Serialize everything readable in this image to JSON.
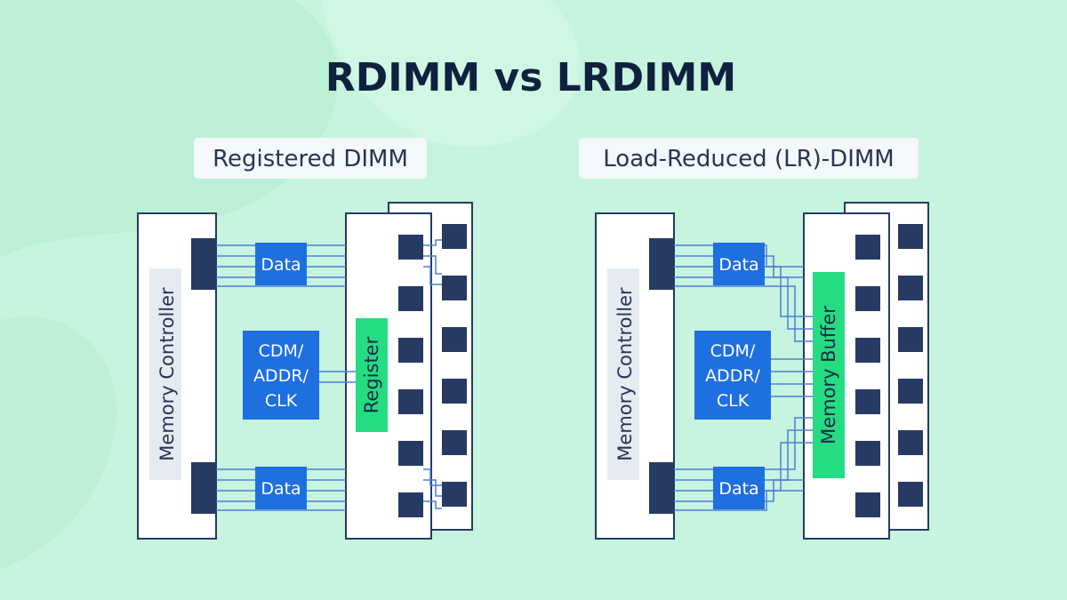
{
  "title": "RDIMM vs LRDIMM",
  "colors": {
    "background": "#c6f4de",
    "navy": "#263a63",
    "blue": "#1e6fe0",
    "green": "#25dc82",
    "line": "#4d7ed6",
    "panel": "#f4f8fb"
  },
  "rdimm": {
    "label": "Registered DIMM",
    "controller": "Memory Controller",
    "data_top": "Data",
    "data_bottom": "Data",
    "cmd": [
      "CDM/",
      "ADDR/",
      "CLK"
    ],
    "register": "Register"
  },
  "lrdimm": {
    "label": "Load-Reduced (LR)-DIMM",
    "controller": "Memory Controller",
    "data_top": "Data",
    "data_bottom": "Data",
    "cmd": [
      "CDM/",
      "ADDR/",
      "CLK"
    ],
    "buffer": "Memory Buffer"
  }
}
